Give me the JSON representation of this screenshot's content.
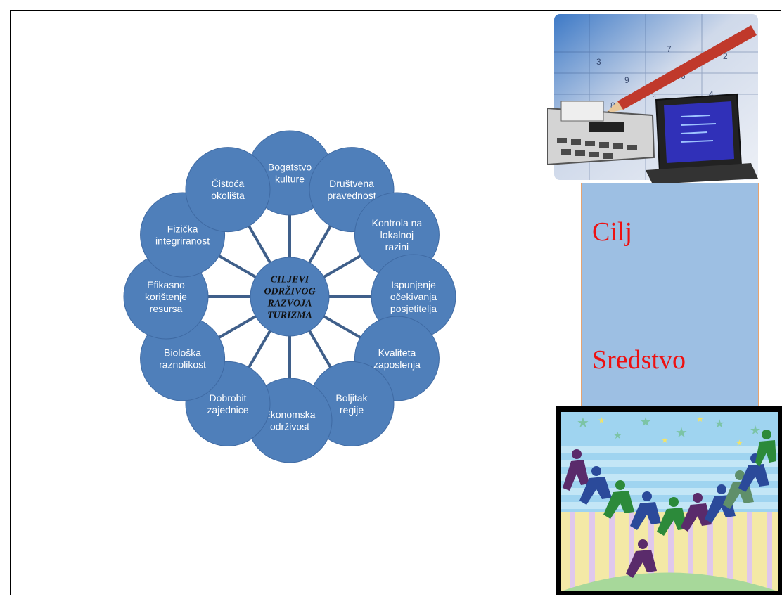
{
  "diagram": {
    "center": [
      "CILJEVI",
      "ODRŽIVOG",
      "RAZVOJA",
      "TURIZMA"
    ],
    "nodes": [
      {
        "lines": [
          "Bogatstvo",
          "kulture"
        ]
      },
      {
        "lines": [
          "Društvena",
          "pravednost"
        ]
      },
      {
        "lines": [
          "Kontrola na",
          "lokalnoj",
          "razini"
        ]
      },
      {
        "lines": [
          "Ispunjenje",
          "očekivanja",
          "posjetitelja"
        ]
      },
      {
        "lines": [
          "Kvaliteta",
          "zaposlenja"
        ]
      },
      {
        "lines": [
          "Boljitak",
          "regije"
        ]
      },
      {
        "lines": [
          "Ekonomska",
          "održivost"
        ]
      },
      {
        "lines": [
          "Dobrobit",
          "zajednice"
        ]
      },
      {
        "lines": [
          "Biološka",
          "raznolikost"
        ]
      },
      {
        "lines": [
          "Efikasno",
          "korištenje",
          "resursa"
        ]
      },
      {
        "lines": [
          "Fizička",
          "integriranost"
        ]
      },
      {
        "lines": [
          "Čistoća",
          "okolišta"
        ]
      }
    ],
    "colors": {
      "node": "#4f7fba",
      "node_border": "#3f6aa3",
      "spoke": "#3f5f8a"
    }
  },
  "side_panel": {
    "goal": "Cilj",
    "means": "Sredstvo",
    "colors": {
      "background": "#9dbfe3",
      "text": "#ee1111",
      "border": "#e6a370"
    }
  },
  "images": {
    "top": "clipart-pencil-calculator-laptop",
    "bottom": "clipart-dancing-people-stars"
  }
}
